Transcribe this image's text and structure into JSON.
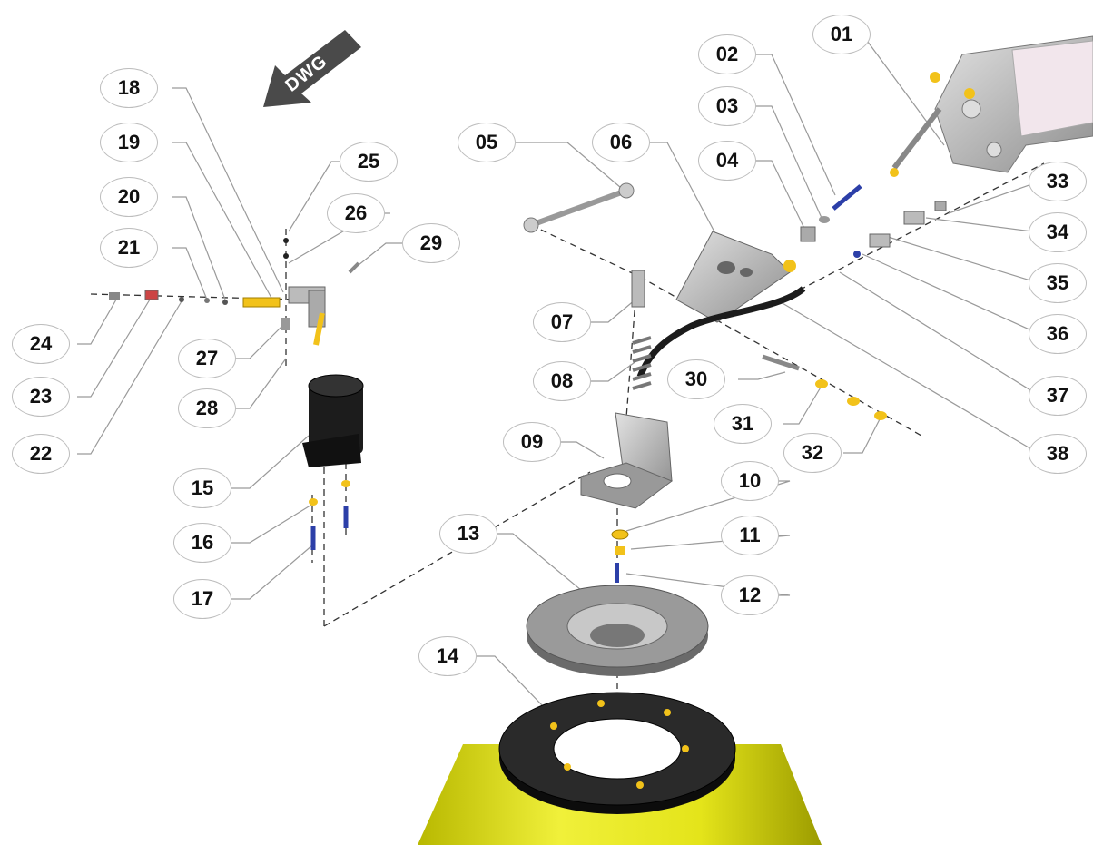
{
  "direction_arrow": {
    "label": "DWG",
    "color": "#4a4a4a"
  },
  "part_numbers": [
    "01",
    "02",
    "03",
    "04",
    "05",
    "06",
    "07",
    "08",
    "09",
    "10",
    "11",
    "12",
    "13",
    "14",
    "15",
    "16",
    "17",
    "18",
    "19",
    "20",
    "21",
    "22",
    "23",
    "24",
    "25",
    "26",
    "27",
    "28",
    "29",
    "30",
    "31",
    "32",
    "33",
    "34",
    "35",
    "36",
    "37",
    "38"
  ],
  "colors": {
    "hopper_yellow": "#e8e81c",
    "part_yellow": "#f2c21a",
    "part_gray": "#b9b9b9",
    "part_black": "#1c1c1c",
    "bolt_blue": "#2c3fa8",
    "leader_line": "#9a9a9a",
    "callout_border": "#bdbdbd"
  }
}
